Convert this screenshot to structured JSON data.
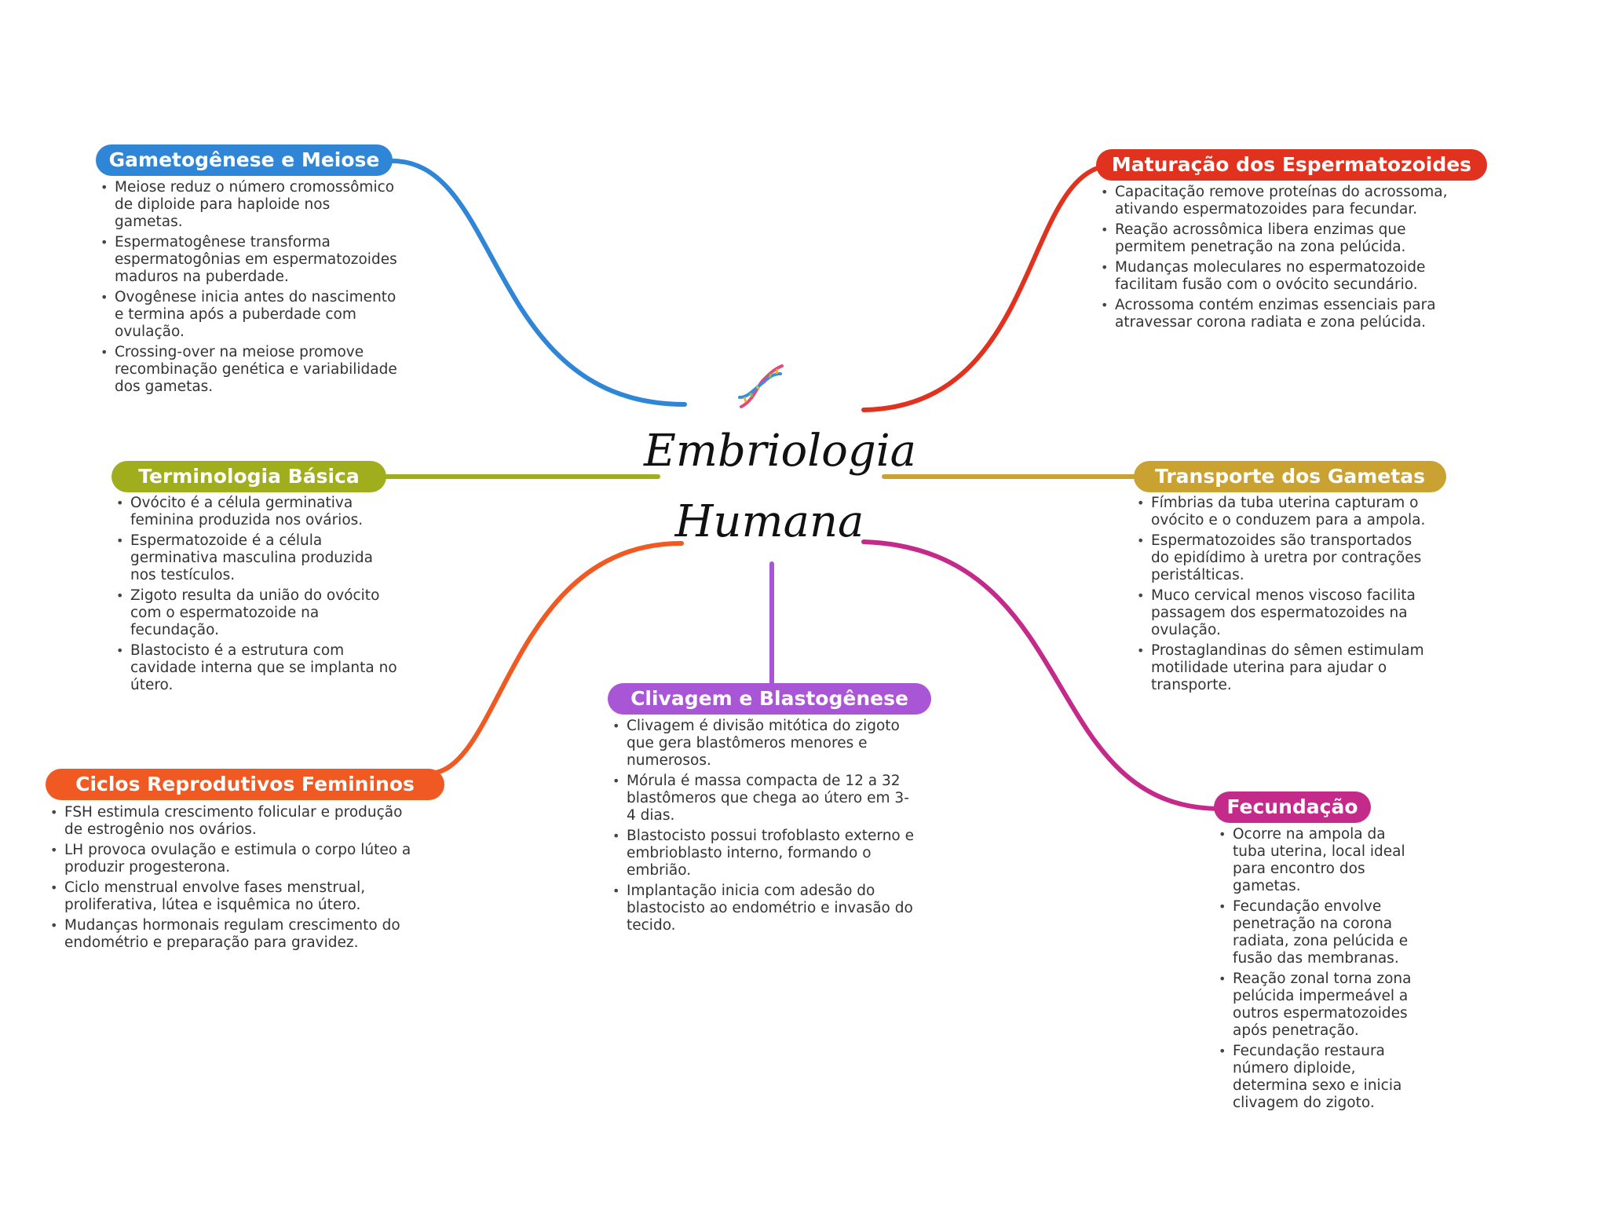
{
  "center": {
    "title_line1": "Embriologia",
    "title_line2": "Humana",
    "icon": "dna-icon"
  },
  "branches": [
    {
      "id": "gametogenese",
      "title": "Gametogênese e Meiose",
      "color": "#2F85D6",
      "items": [
        "Meiose reduz o número cromossômico de diploide para haploide nos gametas.",
        "Espermatogênese transforma espermatogônias em espermatozoides maduros na puberdade.",
        "Ovogênese inicia antes do nascimento e termina após a puberdade com ovulação.",
        "Crossing-over na meiose promove recombinação genética e variabilidade dos gametas."
      ]
    },
    {
      "id": "terminologia",
      "title": "Terminologia Básica",
      "color": "#A0AE1E",
      "items": [
        "Ovócito é a célula germinativa feminina produzida nos ovários.",
        "Espermatozoide é a célula germinativa masculina produzida nos testículos.",
        "Zigoto resulta da união do ovócito com o espermatozoide na fecundação.",
        "Blastocisto é a estrutura com cavidade interna que se implanta no útero."
      ]
    },
    {
      "id": "ciclos",
      "title": "Ciclos Reprodutivos Femininos",
      "color": "#F05A22",
      "items": [
        "FSH estimula crescimento folicular e produção de estrogênio nos ovários.",
        "LH provoca ovulação e estimula o corpo lúteo a produzir progesterona.",
        "Ciclo menstrual envolve fases menstrual, proliferativa, lútea e isquêmica no útero.",
        "Mudanças hormonais regulam crescimento do endométrio e preparação para gravidez."
      ]
    },
    {
      "id": "clivagem",
      "title": "Clivagem e Blastogênese",
      "color": "#A855D6",
      "items": [
        "Clivagem é divisão mitótica do zigoto que gera blastômeros menores e numerosos.",
        "Mórula é massa compacta de 12 a 32 blastômeros que chega ao útero em 3-4 dias.",
        "Blastocisto possui trofoblasto externo e embrioblasto interno, formando o embrião.",
        "Implantação inicia com adesão do blastocisto ao endométrio e invasão do tecido."
      ]
    },
    {
      "id": "maturacao",
      "title": "Maturação dos Espermatozoides",
      "color": "#E0321E",
      "items": [
        "Capacitação remove proteínas do acrossoma, ativando espermatozoides para fecundar.",
        "Reação acrossômica libera enzimas que permitem penetração na zona pelúcida.",
        "Mudanças moleculares no espermatozoide facilitam fusão com o ovócito secundário.",
        "Acrossoma contém enzimas essenciais para atravessar corona radiata e zona pelúcida."
      ]
    },
    {
      "id": "transporte",
      "title": "Transporte dos Gametas",
      "color": "#C9A232",
      "items": [
        "Fímbrias da tuba uterina capturam o ovócito e o conduzem para a ampola.",
        "Espermatozoides são transportados do epidídimo à uretra por contrações peristálticas.",
        "Muco cervical menos viscoso facilita passagem dos espermatozoides na ovulação.",
        "Prostaglandinas do sêmen estimulam motilidade uterina para ajudar o transporte."
      ]
    },
    {
      "id": "fecundacao",
      "title": "Fecundação",
      "color": "#C42A8A",
      "items": [
        "Ocorre na ampola da tuba uterina, local ideal para encontro dos gametas.",
        "Fecundação envolve penetração na corona radiata, zona pelúcida e fusão das membranas.",
        "Reação zonal torna zona pelúcida impermeável a outros espermatozoides após penetração.",
        "Fecundação restaura número diploide, determina sexo e inicia clivagem do zigoto."
      ]
    }
  ]
}
